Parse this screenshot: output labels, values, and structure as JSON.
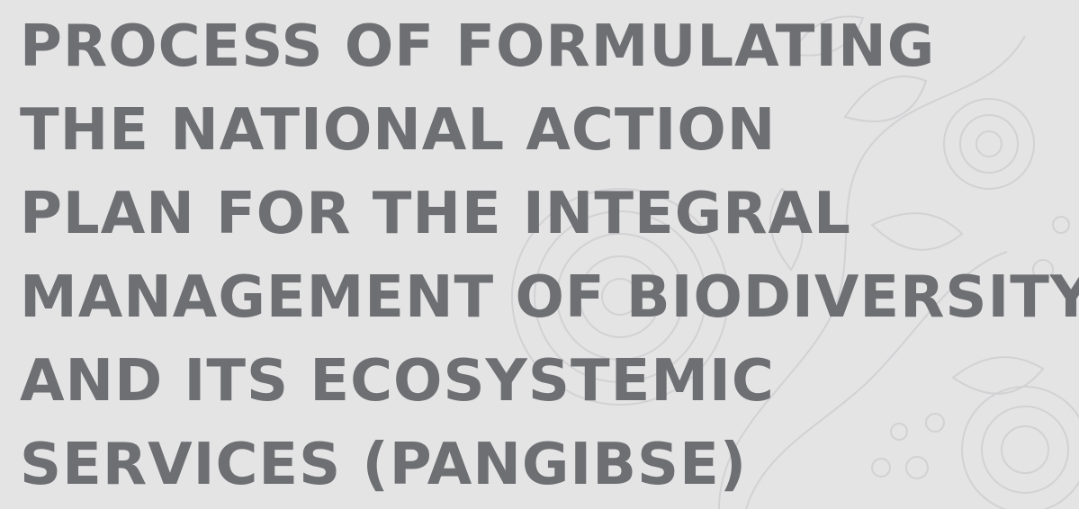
{
  "colors": {
    "background": "#e4e4e5",
    "title_text": "#6e6f72",
    "pattern": "#d2d2d4"
  },
  "title": {
    "lines": [
      "PROCESS OF FORMULATING",
      "THE NATIONAL ACTION",
      "PLAN FOR THE INTEGRAL",
      "MANAGEMENT OF BIODIVERSITY",
      "AND ITS ECOSYSTEMIC",
      "SERVICES (PANGIBSE)"
    ]
  },
  "decoration": {
    "pattern_icon": "floral-pattern-icon"
  }
}
